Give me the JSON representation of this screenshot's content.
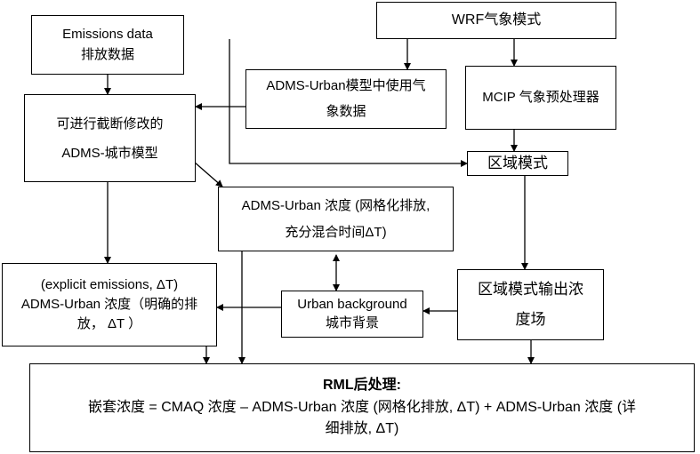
{
  "nodes": {
    "emissions": {
      "line1": "Emissions data",
      "line2": "排放数据"
    },
    "wrf": {
      "line1": "WRF气象模式"
    },
    "adms_met": {
      "line1": "ADMS-Urban模型中使用气",
      "line2": "象数据"
    },
    "mcip": {
      "line1": "MCIP 气象预处理器"
    },
    "adms_model": {
      "line1": "可进行截断修改的",
      "line2": "ADMS-城市模型"
    },
    "regional": {
      "line1": "区域模式"
    },
    "adms_conc": {
      "line1": "ADMS-Urban 浓度 (网格化排放,",
      "line2": "充分混合时间ΔT)"
    },
    "explicit": {
      "line1": "(explicit emissions, ΔT)",
      "line2": "ADMS-Urban 浓度（明确的排",
      "line3": "放， ΔT ）"
    },
    "urban_bg": {
      "line1": "Urban background",
      "line2": "城市背景"
    },
    "regional_out": {
      "line1": "区域模式输出浓",
      "line2": "度场"
    },
    "rml": {
      "title": "RML后处理:",
      "line1": "嵌套浓度 = CMAQ 浓度 – ADMS-Urban 浓度 (网格化排放, ΔT) + ADMS-Urban 浓度 (详",
      "line2": "细排放, ΔT)"
    }
  }
}
